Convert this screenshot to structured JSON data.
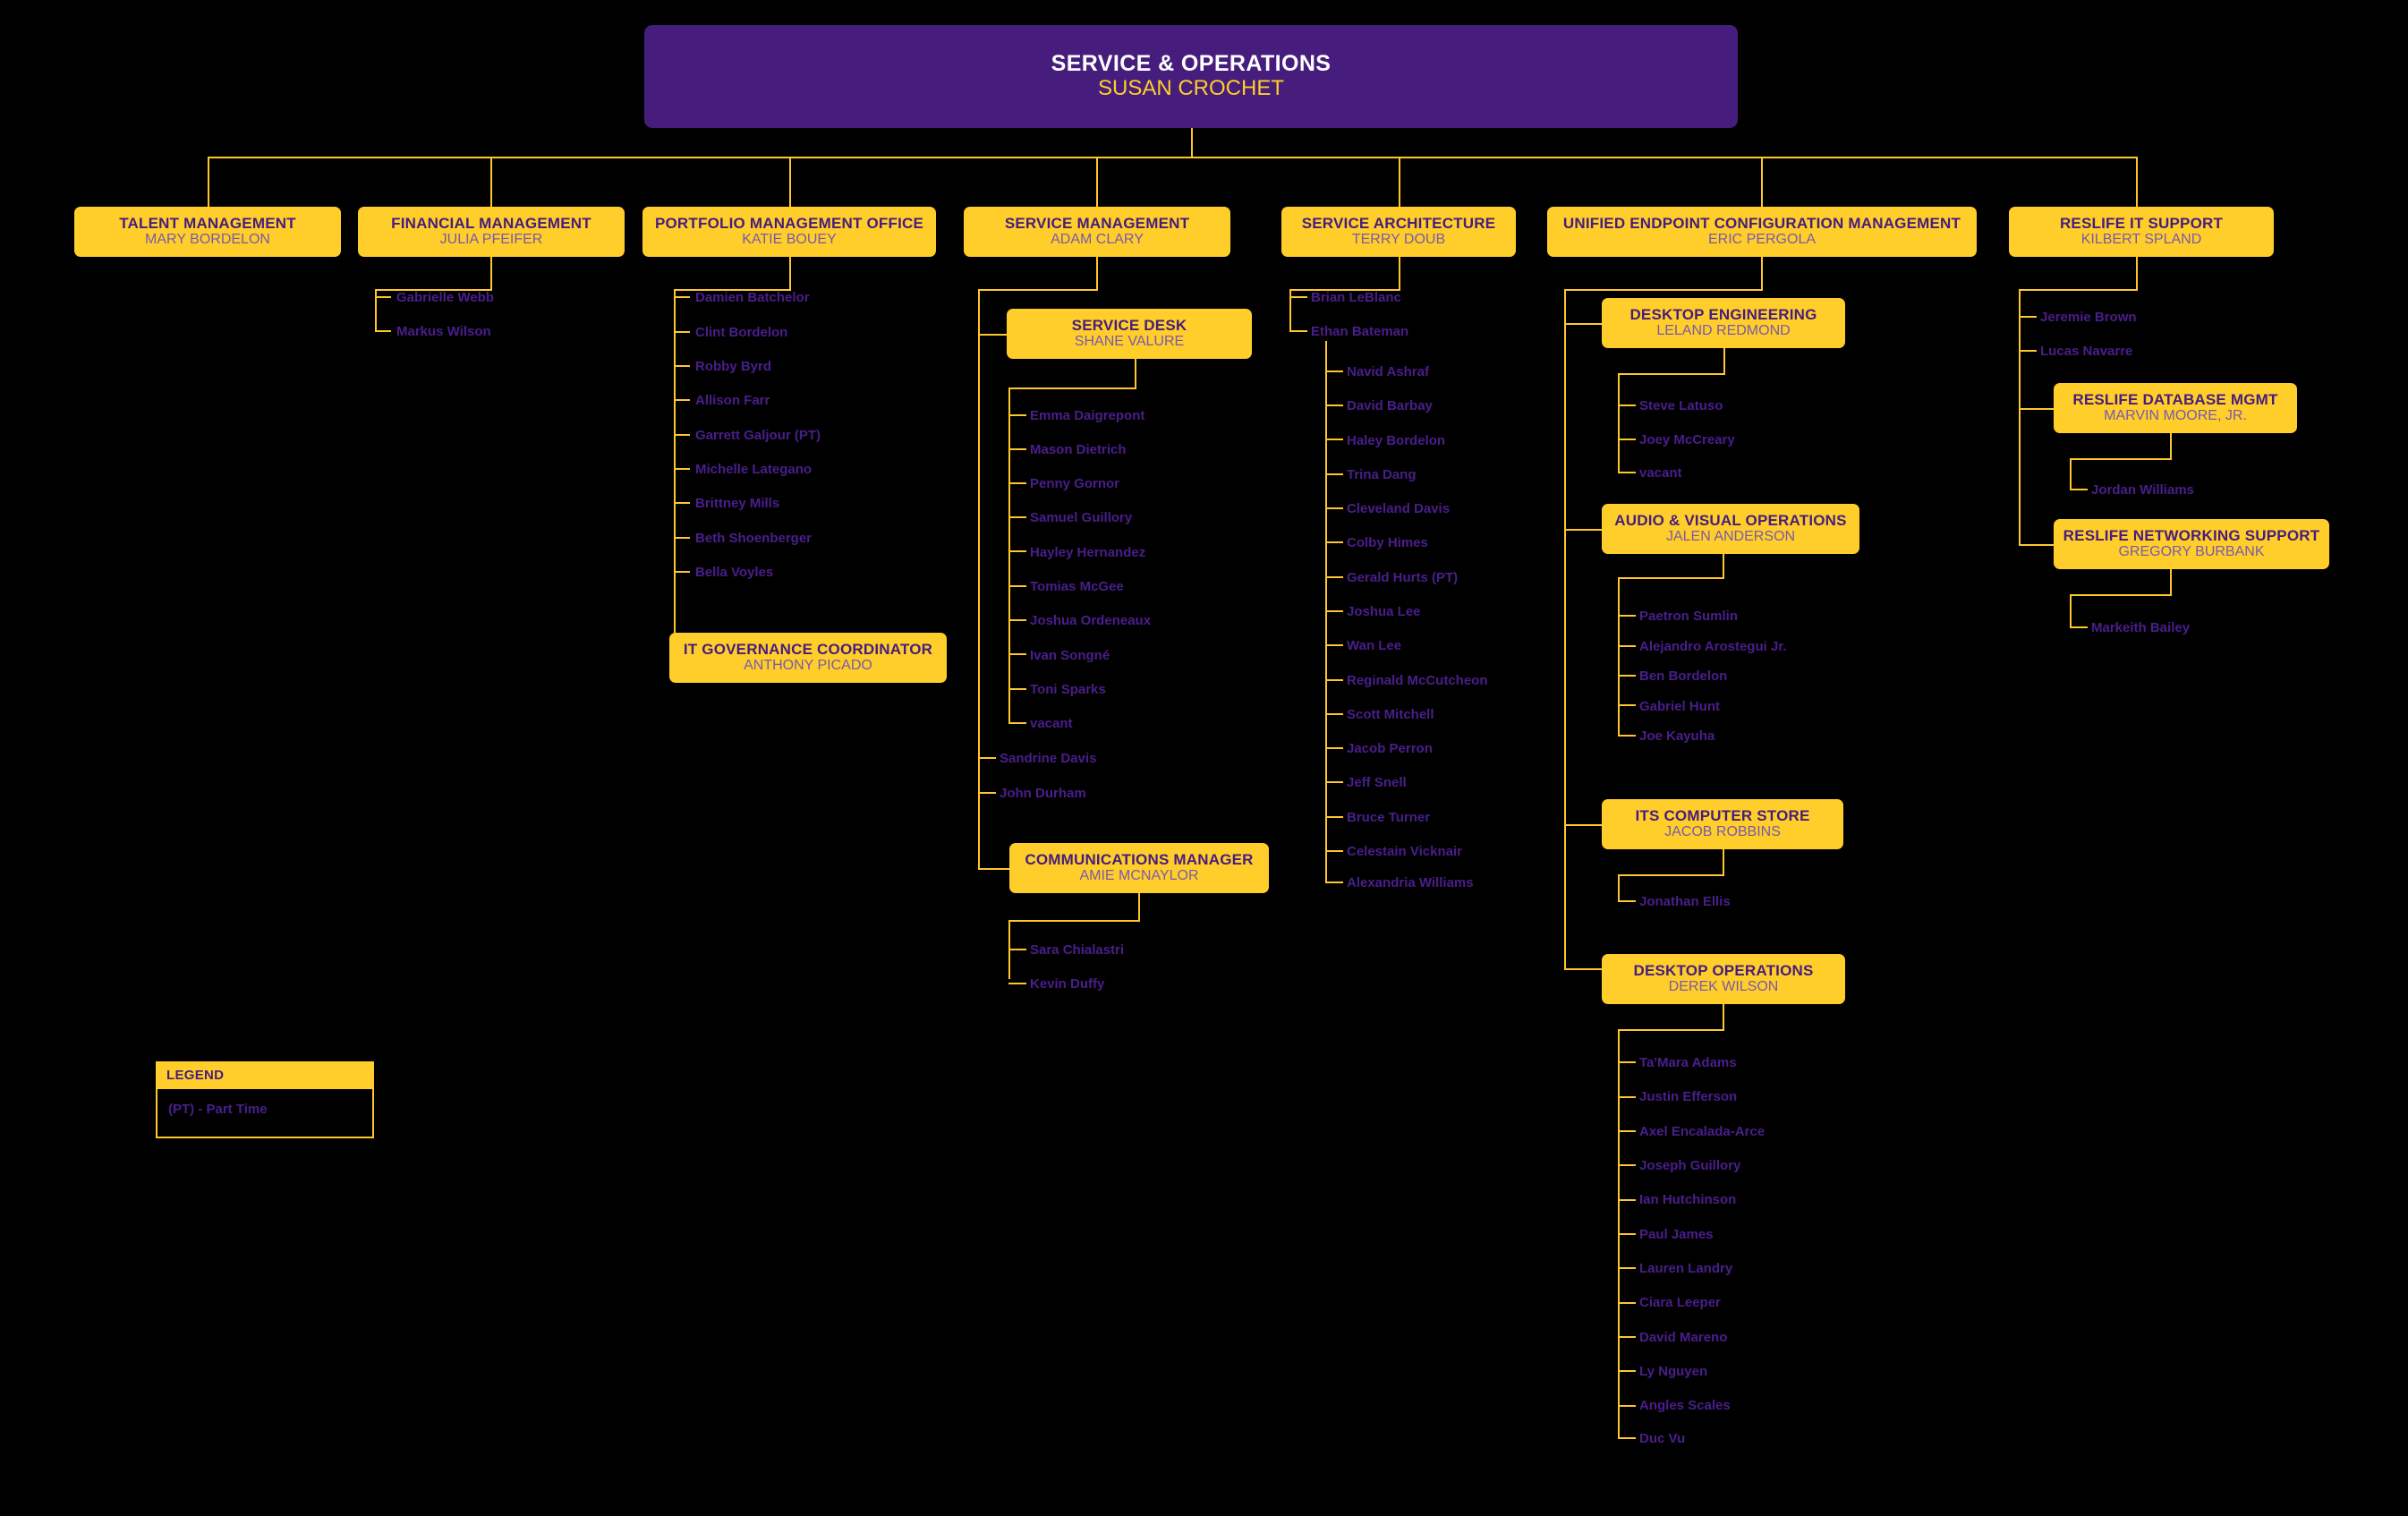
{
  "colors": {
    "background": "#000000",
    "box_fill": "#FFCE2B",
    "root_fill": "#461D7C",
    "connector": "#FFC72C",
    "title_text": "#461D7C",
    "person_text": "#7A5AA8",
    "staff_text": "#4A1E8C",
    "root_title_text": "#FFFFFF",
    "root_person_text": "#FFCE2B"
  },
  "root": {
    "title": "SERVICE & OPERATIONS",
    "person": "SUSAN CROCHET"
  },
  "divisions": {
    "talent_management": {
      "title": "TALENT MANAGEMENT",
      "person": "MARY BORDELON",
      "staff": []
    },
    "financial_management": {
      "title": "FINANCIAL MANAGEMENT",
      "person": "JULIA PFEIFER",
      "staff": [
        "Gabrielle Webb",
        "Markus Wilson"
      ]
    },
    "portfolio_management_office": {
      "title": "PORTFOLIO MANAGEMENT OFFICE",
      "person": "KATIE BOUEY",
      "staff": [
        "Damien Batchelor",
        "Clint Bordelon",
        "Robby Byrd",
        "Allison Farr",
        "Garrett Galjour (PT)",
        "Michelle Lategano",
        "Brittney Mills",
        "Beth Shoenberger",
        "Bella Voyles"
      ],
      "child_box": {
        "title": "IT GOVERNANCE COORDINATOR",
        "person": "ANTHONY PICADO"
      }
    },
    "service_management": {
      "title": "SERVICE MANAGEMENT",
      "person": "ADAM CLARY",
      "service_desk": {
        "title": "SERVICE DESK",
        "person": "SHANE VALURE",
        "staff": [
          "Emma Daigrepont",
          "Mason Dietrich",
          "Penny Gornor",
          "Samuel Guillory",
          "Hayley Hernandez",
          "Tomias McGee",
          "Joshua Ordeneaux",
          "Ivan Songné",
          "Toni Sparks",
          "vacant"
        ]
      },
      "direct_staff": [
        "Sandrine Davis",
        "John Durham"
      ],
      "communications_manager": {
        "title": "COMMUNICATIONS MANAGER",
        "person": "AMIE MCNAYLOR",
        "staff": [
          "Sara Chialastri",
          "Kevin Duffy"
        ]
      }
    },
    "service_architecture": {
      "title": "SERVICE ARCHITECTURE",
      "person": "TERRY DOUB",
      "direct_staff": [
        "Brian LeBlanc",
        "Ethan Bateman"
      ],
      "bateman_staff": [
        "Navid Ashraf",
        "David Barbay",
        "Haley Bordelon",
        "Trina Dang",
        "Cleveland Davis",
        "Colby Himes",
        "Gerald Hurts (PT)",
        "Joshua Lee",
        "Wan Lee",
        "Reginald McCutcheon",
        "Scott Mitchell",
        "Jacob Perron",
        "Jeff Snell",
        "Bruce Turner",
        "Celestain Vicknair",
        "Alexandria Williams"
      ]
    },
    "unified_endpoint": {
      "title": "UNIFIED ENDPOINT CONFIGURATION MANAGEMENT",
      "person": "ERIC PERGOLA",
      "desktop_engineering": {
        "title": "DESKTOP ENGINEERING",
        "person": "LELAND REDMOND",
        "staff": [
          "Steve Latuso",
          "Joey McCreary",
          "vacant"
        ]
      },
      "audio_visual_operations": {
        "title": "AUDIO & VISUAL OPERATIONS",
        "person": "JALEN ANDERSON",
        "staff": [
          "Paetron Sumlin",
          "Alejandro Arostegui Jr.",
          "Ben Bordelon",
          "Gabriel Hunt",
          "Joe Kayuha"
        ]
      },
      "its_computer_store": {
        "title": "ITS COMPUTER STORE",
        "person": "JACOB ROBBINS",
        "staff": [
          "Jonathan Ellis"
        ]
      },
      "desktop_operations": {
        "title": "DESKTOP OPERATIONS",
        "person": "DEREK WILSON",
        "staff": [
          "Ta'Mara Adams",
          "Justin Efferson",
          "Axel Encalada-Arce",
          "Joseph Guillory",
          "Ian Hutchinson",
          "Paul James",
          "Lauren Landry",
          "Ciara Leeper",
          "David Mareno",
          "Ly Nguyen",
          "Angles Scales",
          "Duc Vu"
        ]
      }
    },
    "reslife_it_support": {
      "title": "RESLIFE IT SUPPORT",
      "person": "KILBERT SPLAND",
      "direct_staff": [
        "Jeremie Brown",
        "Lucas Navarre"
      ],
      "reslife_database_mgmt": {
        "title": "RESLIFE DATABASE MGMT",
        "person": "MARVIN MOORE, JR.",
        "staff": [
          "Jordan Williams"
        ]
      },
      "reslife_networking_support": {
        "title": "RESLIFE NETWORKING SUPPORT",
        "person": "GREGORY BURBANK",
        "staff": [
          "Markeith Bailey"
        ]
      }
    }
  },
  "legend": {
    "heading": "LEGEND",
    "entries": [
      "(PT) - Part Time"
    ]
  }
}
